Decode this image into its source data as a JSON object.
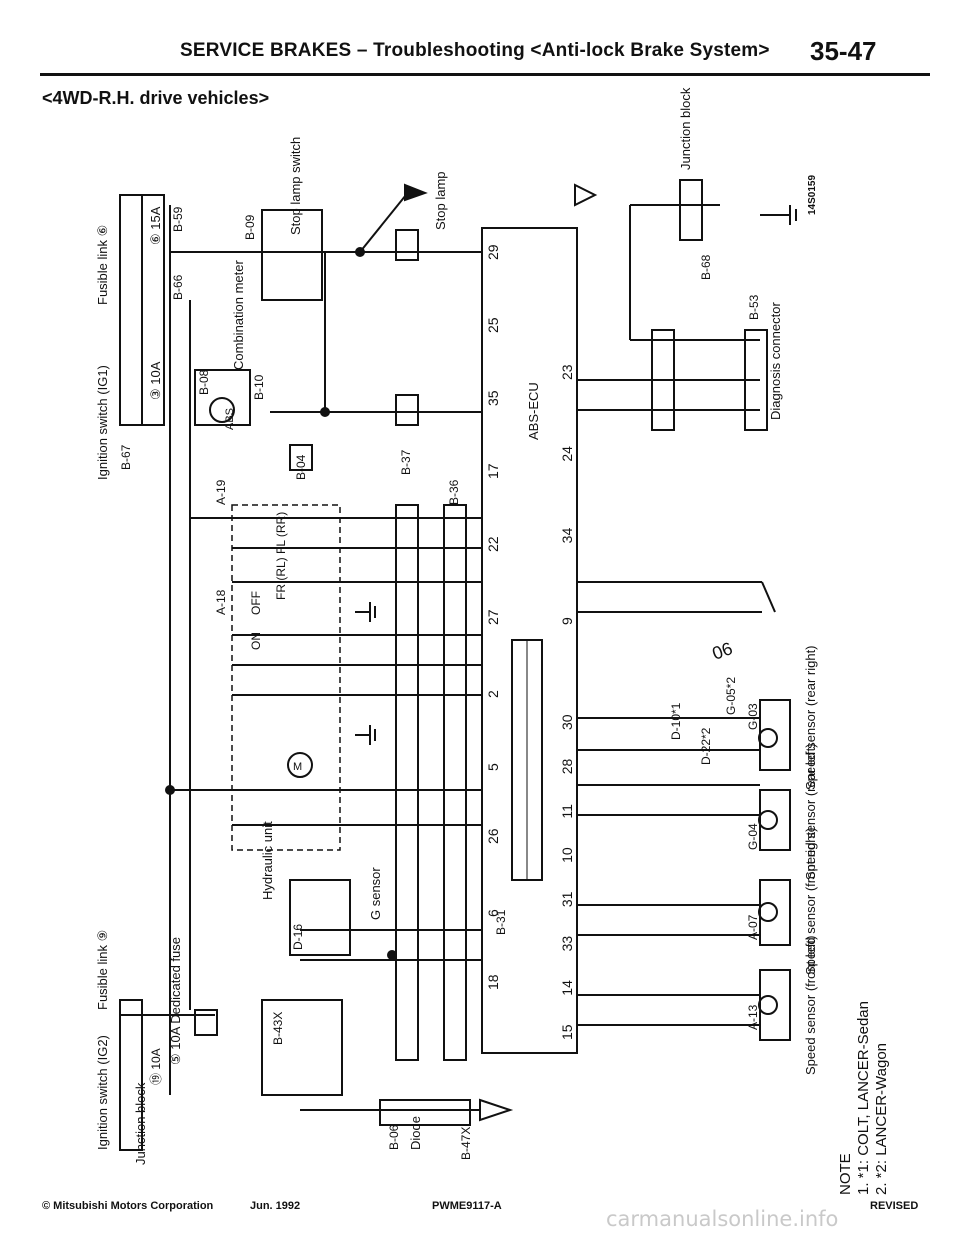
{
  "header": {
    "title": "SERVICE BRAKES",
    "dash": "–",
    "subtitle": "Troubleshooting <Anti-lock Brake System>",
    "page_number": "35-47"
  },
  "section_title": "<4WD-R.H. drive vehicles>",
  "labels": {
    "ignition_switch_ig1": "Ignition switch (IG1)",
    "fusible_link_6": "Fusible link ⑥",
    "fuse_3": "③ 10A",
    "fuse_6": "⑥ 15A",
    "combination_meter": "Combination meter",
    "abs": "ABS",
    "stop_lamp_switch": "Stop lamp switch",
    "stop_lamp": "Stop lamp",
    "junction_block_top": "Junction block",
    "abs_ecu": "ABS-ECU",
    "diagnosis_connector": "Diagnosis connector",
    "hydraulic_unit": "Hydraulic unit",
    "g_sensor": "G sensor",
    "fusible_link_9": "Fusible link ⑨",
    "ignition_switch_ig2": "Ignition switch (IG2)",
    "junction_block_bottom": "Junction block",
    "dedicated_fuse": "⑤ 10A Dedicated fuse",
    "fuse_19": "⑲ 10A",
    "diode": "Diode",
    "speed_sensor_fl": "Speed sensor (front left)",
    "speed_sensor_fr": "Speed sensor (front right)",
    "speed_sensor_rl": "Speed sensor (rear left)",
    "speed_sensor_rr": "Speed sensor (rear right)",
    "valves": "FR (RL)   FL (RR)",
    "on": "ON",
    "off": "OFF",
    "motor": "M",
    "handwritten": "06",
    "code": "14S0159"
  },
  "connectors": {
    "b59": "B-59",
    "b66": "B-66",
    "b67": "B-67",
    "b08": "B-08",
    "b10": "B-10",
    "b09": "B-09",
    "b04": "B-04",
    "b37": "B-37",
    "b36": "B-36",
    "a19": "A-19",
    "a18": "A-18",
    "b31": "B-31",
    "b68": "B-68",
    "b53": "B-53",
    "d16": "D-16",
    "b43x": "B-43X",
    "b06": "B-06",
    "b47x": "B-47X",
    "a13": "A-13",
    "a07": "A-07",
    "g04": "G-04",
    "g03": "G-03",
    "d10": "D-10*1",
    "d22": "D-22*2",
    "g05": "G-05*2"
  },
  "ecu_pins": {
    "left_row": [
      "15",
      "14",
      "33",
      "31",
      "10",
      "11",
      "28",
      "30"
    ],
    "left_row2": [
      "18",
      "6",
      "26",
      "5",
      "2",
      "27",
      "22",
      "17",
      "35",
      "25",
      "29"
    ],
    "right_row": [
      "9",
      "34",
      "24",
      "23"
    ]
  },
  "note": {
    "title": "NOTE",
    "line1": "1. *1: COLT, LANCER-Sedan",
    "line2": "2. *2: LANCER-Wagon"
  },
  "footer": {
    "copyright": "© Mitsubishi Motors Corporation",
    "date": "Jun. 1992",
    "doc_id": "PWME9117-A",
    "status": "REVISED",
    "watermark": "carmanualsonline.info"
  }
}
